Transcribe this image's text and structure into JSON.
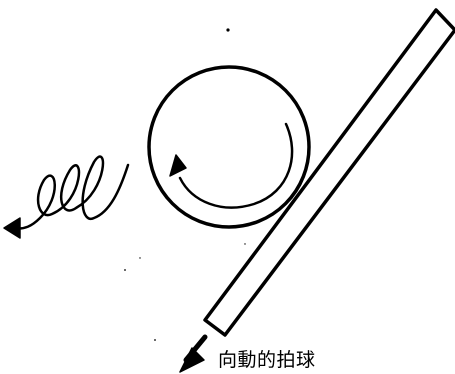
{
  "caption": "向動的拍球",
  "colors": {
    "ink": "#000000",
    "background": "#ffffff"
  },
  "objects": {
    "ball": "ball",
    "ball_spin": "curved-arrow-icon",
    "paddle": "paddle",
    "paddle_direction": "arrow-icon",
    "ball_trajectory": "spiral-arrow-icon"
  }
}
